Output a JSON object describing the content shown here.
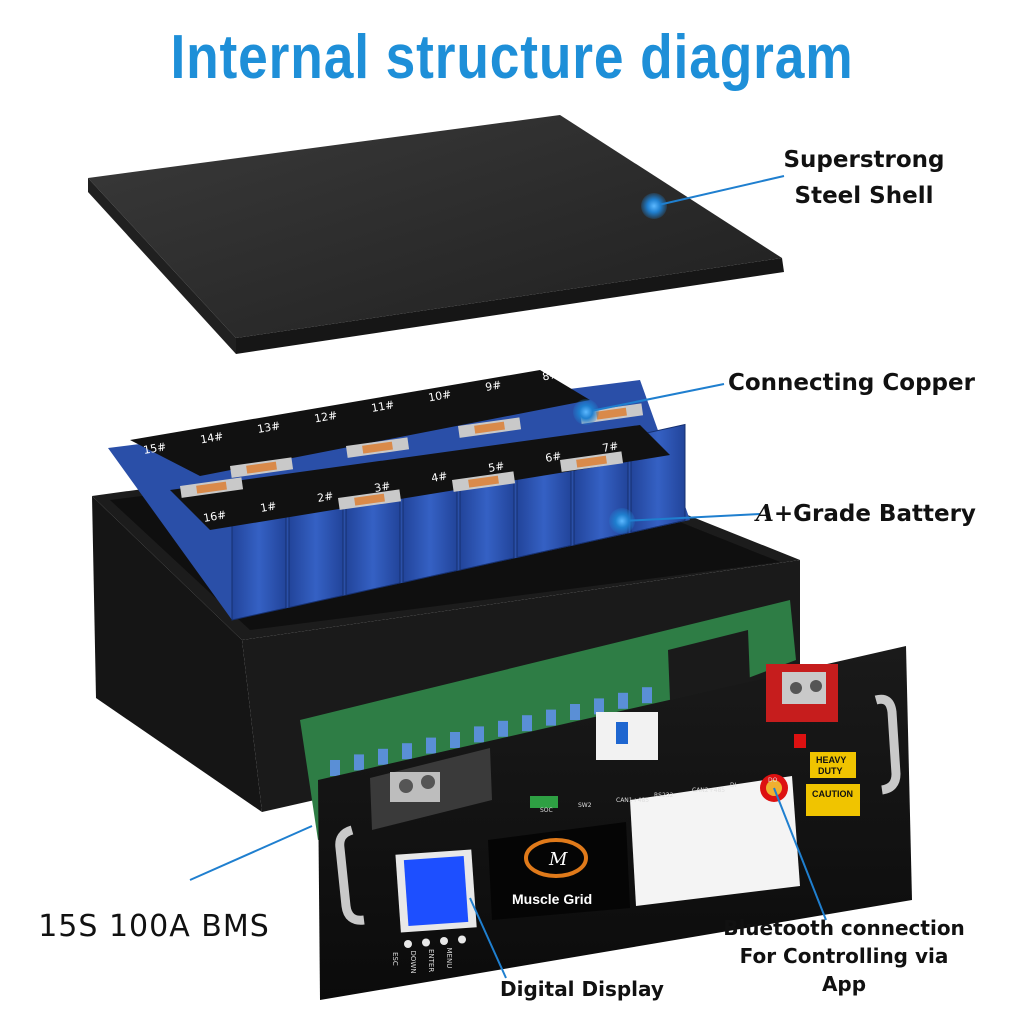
{
  "title": "Internal structure diagram",
  "labels": {
    "shell_line1": "Superstrong",
    "shell_line2": "Steel Shell",
    "copper": "Connecting Copper",
    "battery_grade": "A+",
    "battery_rest": "Grade Battery",
    "bms": "15S 100A BMS",
    "display": "Digital Display",
    "bt_line1": "Bluetooth connection",
    "bt_line2": "For Controlling via",
    "bt_line3": "App"
  },
  "cells_row_back": [
    "15#",
    "14#",
    "13#",
    "12#",
    "11#",
    "10#",
    "9#",
    "8#"
  ],
  "cells_row_front": [
    "16#",
    "1#",
    "2#",
    "3#",
    "4#",
    "5#",
    "6#",
    "7#"
  ],
  "panel": {
    "brand": "Muscle Grid",
    "badge_line1": "HEAVY",
    "badge_line2": "DUTY",
    "caution": "CAUTION",
    "ports": [
      "SOC",
      "SW2",
      "CAN1+485",
      "RS232",
      "CAN2+485",
      "DI",
      "DO"
    ],
    "buttons": [
      "ESC",
      "DOWN",
      "ENTER",
      "MENU"
    ]
  },
  "colors": {
    "title": "#1e8fd8",
    "marker": "#1f7fcf",
    "cell_blue": "#2f58b8",
    "shell": "#2a2a2a",
    "pcb": "#2e7d45",
    "display_blue": "#1d4fff"
  }
}
